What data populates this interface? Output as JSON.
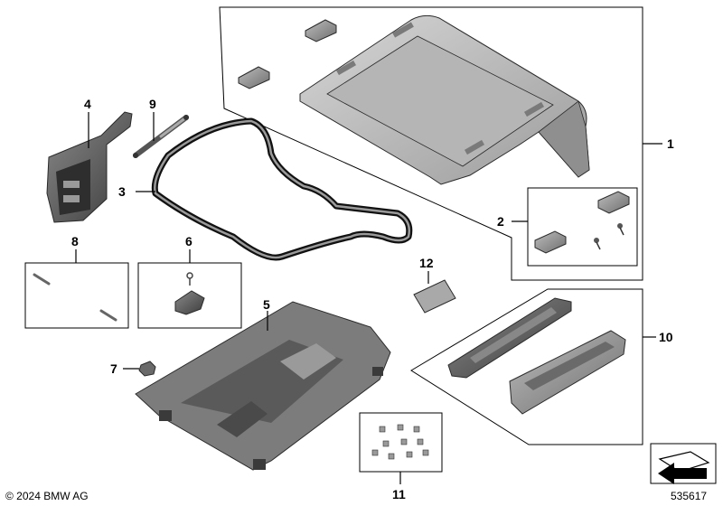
{
  "callouts": {
    "c1": "1",
    "c2": "2",
    "c3": "3",
    "c4": "4",
    "c5": "5",
    "c6": "6",
    "c7": "7",
    "c8": "8",
    "c9": "9",
    "c10": "10",
    "c11": "11",
    "c12": "12"
  },
  "footer": {
    "copyright": "© 2024 BMW AG",
    "diagram_number": "535617"
  },
  "colors": {
    "part_light": "#c9c9c9",
    "part_mid": "#9a9a9a",
    "part_dark": "#555555",
    "outline": "#000000"
  }
}
